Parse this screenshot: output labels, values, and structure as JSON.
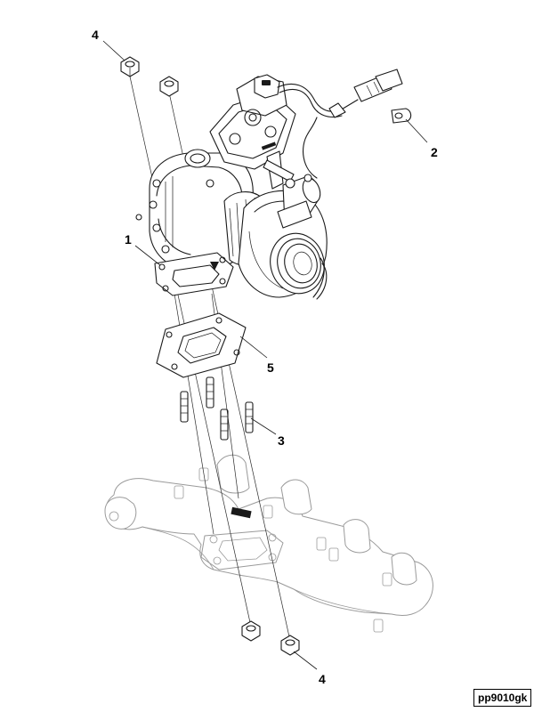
{
  "callouts": {
    "c1": "1",
    "c2": "2",
    "c3": "3",
    "c4_top": "4",
    "c4_bottom": "4",
    "c5": "5"
  },
  "reference_code": "pp9010gk"
}
